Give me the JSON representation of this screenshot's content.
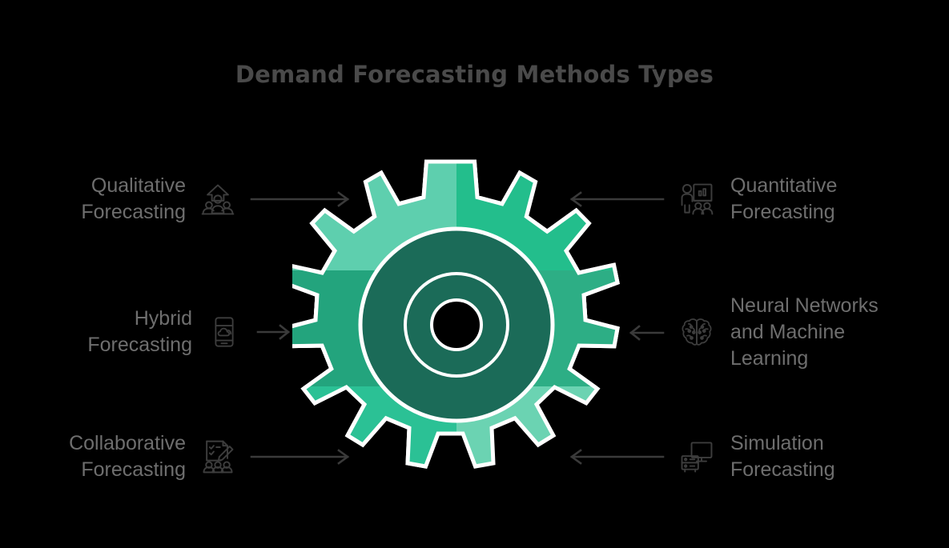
{
  "header": {
    "title": "Demand Forecasting Methods Types"
  },
  "colors": {
    "background": "#000000",
    "title_text": "#4a4a4a",
    "label_text": "#6e6e6e",
    "arrow": "#3a3a3a",
    "icon_stroke": "#3d3d3d",
    "gear_outline": "#ffffff",
    "gear_hub": "#1b6b58",
    "gear_center_hole": "#000000",
    "segment_top_left": "#5ecfae",
    "segment_top_right": "#23be8c",
    "segment_middle_left": "#23a47d",
    "segment_middle_right": "#2dae85",
    "segment_bottom_left": "#2bc195",
    "segment_bottom_right": "#6bd3b2"
  },
  "diagram": {
    "type": "gear-hub-and-spoke",
    "center_label": "",
    "left_nodes": [
      {
        "id": "qualitative",
        "label": "Qualitative\nForecasting",
        "icon": "people-growth-arrow-icon",
        "arrow": "arrow-right-long",
        "arrow_direction": "right"
      },
      {
        "id": "hybrid",
        "label": "Hybrid\nForecasting",
        "icon": "mobile-weather-icon",
        "arrow": "arrow-right-short",
        "arrow_direction": "right"
      },
      {
        "id": "collaborative",
        "label": "Collaborative\nForecasting",
        "icon": "checklist-pencil-people-icon",
        "arrow": "arrow-right-long",
        "arrow_direction": "right"
      }
    ],
    "right_nodes": [
      {
        "id": "quantitative",
        "label": "Quantitative\nForecasting",
        "icon": "presenter-chartboard-audience-icon",
        "arrow": "arrow-left-long",
        "arrow_direction": "left"
      },
      {
        "id": "neural",
        "label": "Neural Networks\nand Machine\nLearning",
        "icon": "brain-icon",
        "arrow": "arrow-left-short",
        "arrow_direction": "left"
      },
      {
        "id": "simulation",
        "label": "Simulation\nForecasting",
        "icon": "monitor-server-icon",
        "arrow": "arrow-left-long",
        "arrow_direction": "left"
      }
    ],
    "gear": {
      "teeth_count": 16,
      "segments": 6,
      "segment_order": [
        "top-left",
        "top-right",
        "middle-right",
        "bottom-right",
        "bottom-left",
        "middle-left"
      ]
    }
  }
}
